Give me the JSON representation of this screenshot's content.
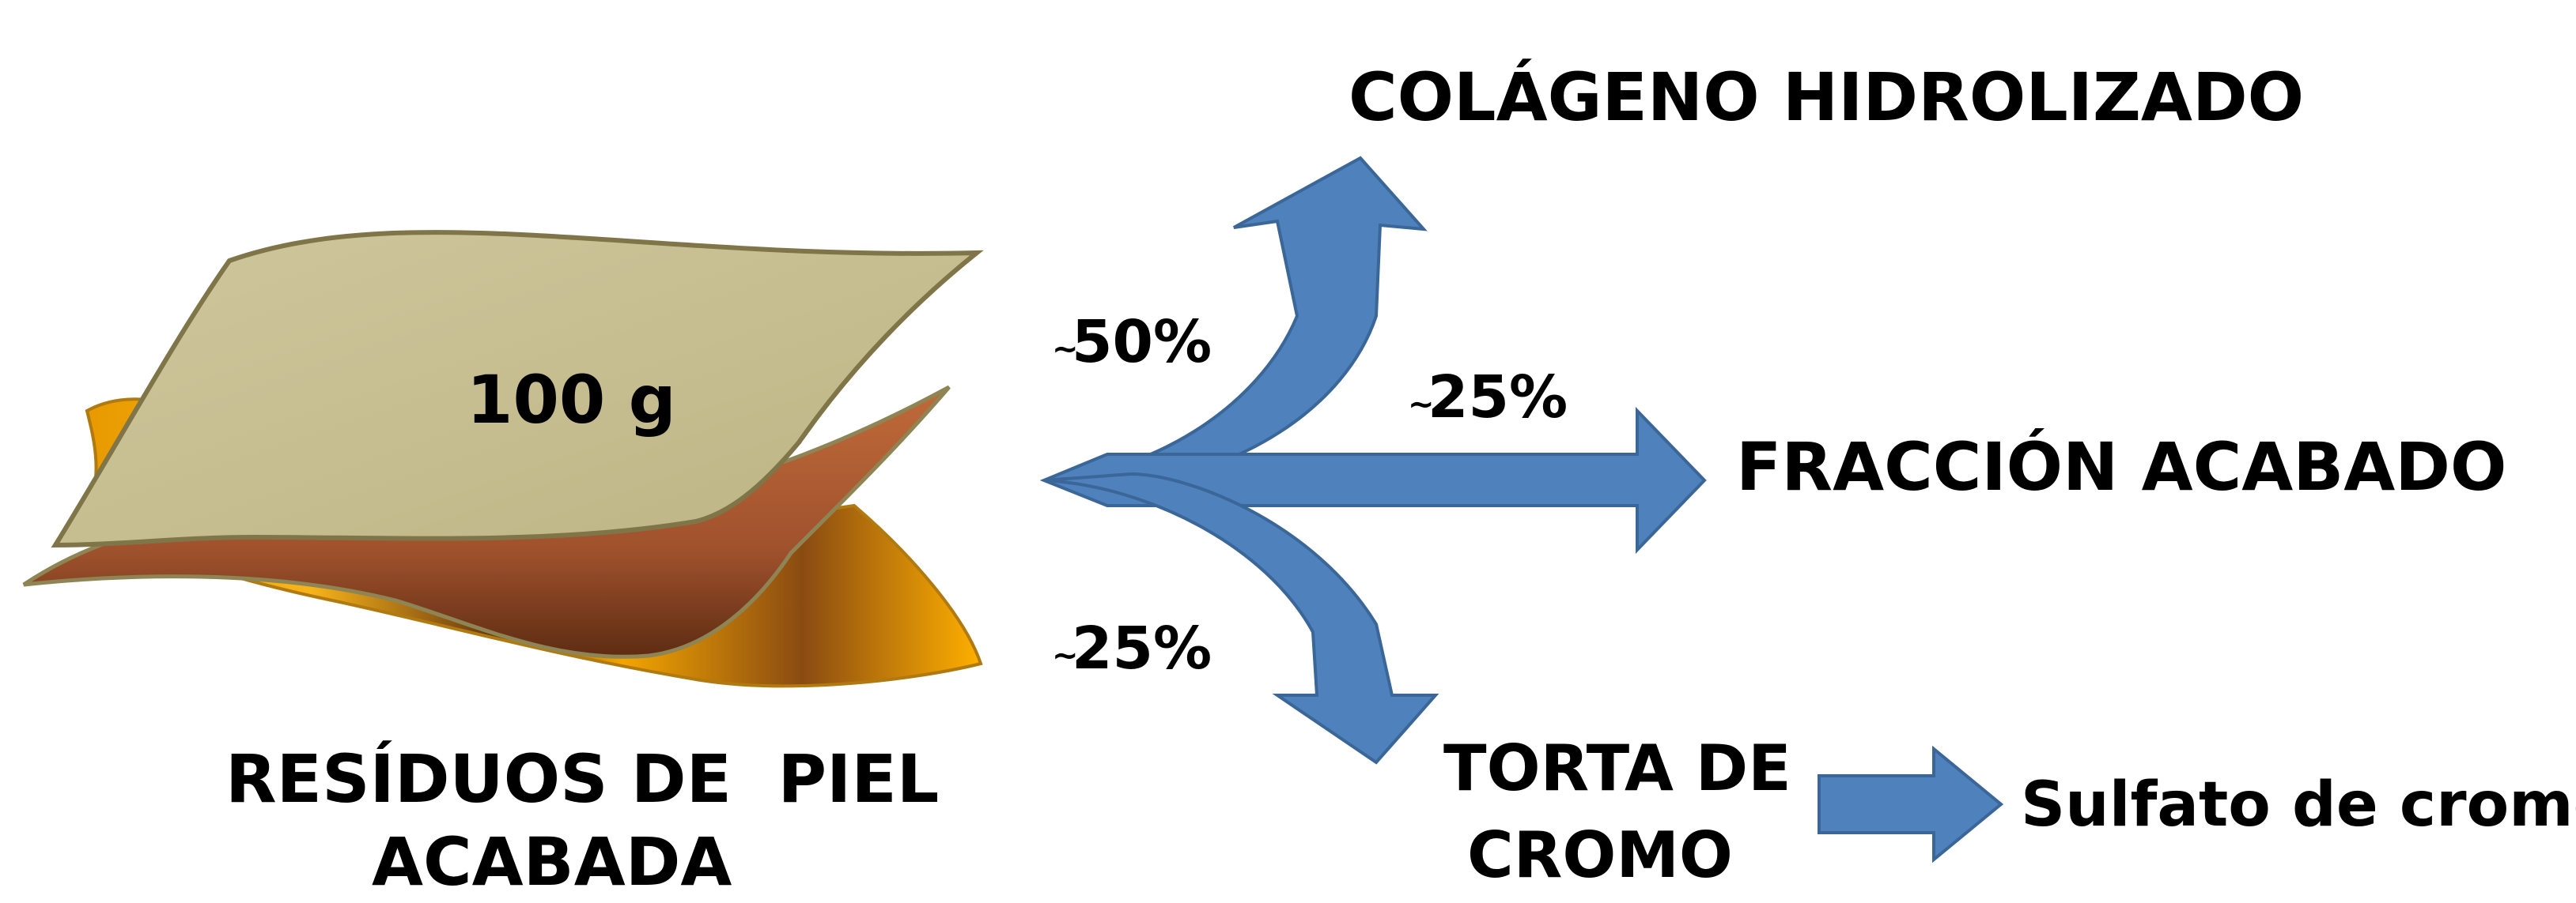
{
  "leather": {
    "mass": "100 g",
    "caption_line1": "RESÍDUOS DE  PIEL",
    "caption_line2": "ACABADA"
  },
  "outputs": {
    "top": {
      "label": "COLÁGENO HIDROLIZADO",
      "share": "50%",
      "approx": "~"
    },
    "middle": {
      "label": "FRACCIÓN ACABADO",
      "share": "25%",
      "approx": "~"
    },
    "bottom": {
      "label_line1": "TORTA DE",
      "label_line2": "CROMO",
      "share": "25%",
      "approx": "~"
    }
  },
  "final_product": "Sulfato de cromo",
  "colors": {
    "arrow_fill": "#4F81BD",
    "arrow_stroke": "#3A6698",
    "leather_top": "#C4BC8E",
    "leather_edge": "#8E8454",
    "leather_under": "#A0522D",
    "leather_gold": "#F2A500"
  }
}
